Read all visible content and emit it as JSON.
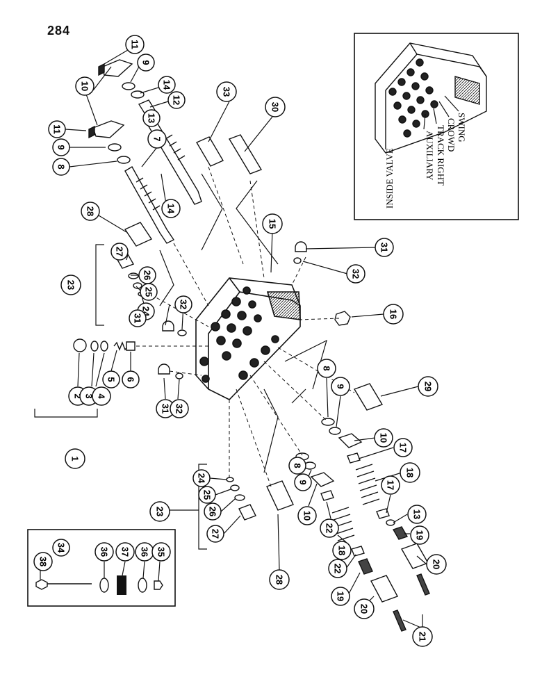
{
  "page_number": "284",
  "inset": {
    "title": "INSIDE VALVE",
    "labels": [
      "SWING",
      "CROWD",
      "TRACK RIGHT",
      "AUXILIARY"
    ]
  },
  "callouts": [
    {
      "id": "c11a",
      "text": "11"
    },
    {
      "id": "c9a",
      "text": "9"
    },
    {
      "id": "c14a",
      "text": "14"
    },
    {
      "id": "c12",
      "text": "12"
    },
    {
      "id": "c10a",
      "text": "10"
    },
    {
      "id": "c13a",
      "text": "13"
    },
    {
      "id": "c11b",
      "text": "11"
    },
    {
      "id": "c9b",
      "text": "9"
    },
    {
      "id": "c8a",
      "text": "8"
    },
    {
      "id": "c7",
      "text": "7"
    },
    {
      "id": "c14b",
      "text": "14"
    },
    {
      "id": "c33",
      "text": "33"
    },
    {
      "id": "c30",
      "text": "30"
    },
    {
      "id": "c28a",
      "text": "28"
    },
    {
      "id": "c15",
      "text": "15"
    },
    {
      "id": "c31a",
      "text": "31"
    },
    {
      "id": "c32a",
      "text": "32"
    },
    {
      "id": "c27a",
      "text": "27"
    },
    {
      "id": "c26a",
      "text": "26"
    },
    {
      "id": "c25a",
      "text": "25"
    },
    {
      "id": "c24a",
      "text": "24"
    },
    {
      "id": "c23a",
      "text": "23"
    },
    {
      "id": "c31b",
      "text": "31"
    },
    {
      "id": "c32b",
      "text": "32"
    },
    {
      "id": "c16",
      "text": "16"
    },
    {
      "id": "c2",
      "text": "2"
    },
    {
      "id": "c3",
      "text": "3"
    },
    {
      "id": "c4",
      "text": "4"
    },
    {
      "id": "c5",
      "text": "5"
    },
    {
      "id": "c6",
      "text": "6"
    },
    {
      "id": "c31c",
      "text": "31"
    },
    {
      "id": "c32c",
      "text": "32"
    },
    {
      "id": "c1",
      "text": "1"
    },
    {
      "id": "c8b",
      "text": "8"
    },
    {
      "id": "c9c",
      "text": "9"
    },
    {
      "id": "c29",
      "text": "29"
    },
    {
      "id": "c10b",
      "text": "10"
    },
    {
      "id": "c17a",
      "text": "17"
    },
    {
      "id": "c18a",
      "text": "18"
    },
    {
      "id": "c17b",
      "text": "17"
    },
    {
      "id": "c13b",
      "text": "13"
    },
    {
      "id": "c19a",
      "text": "19"
    },
    {
      "id": "c20a",
      "text": "20"
    },
    {
      "id": "c8c",
      "text": "8"
    },
    {
      "id": "c9d",
      "text": "9"
    },
    {
      "id": "c10c",
      "text": "10"
    },
    {
      "id": "c24b",
      "text": "24"
    },
    {
      "id": "c25b",
      "text": "25"
    },
    {
      "id": "c26b",
      "text": "26"
    },
    {
      "id": "c27b",
      "text": "27"
    },
    {
      "id": "c23b",
      "text": "23"
    },
    {
      "id": "c22a",
      "text": "22"
    },
    {
      "id": "c18b",
      "text": "18"
    },
    {
      "id": "c22b",
      "text": "22"
    },
    {
      "id": "c19b",
      "text": "19"
    },
    {
      "id": "c28b",
      "text": "28"
    },
    {
      "id": "c20b",
      "text": "20"
    },
    {
      "id": "c21",
      "text": "21"
    },
    {
      "id": "c34",
      "text": "34"
    },
    {
      "id": "c38",
      "text": "38"
    },
    {
      "id": "c36a",
      "text": "36"
    },
    {
      "id": "c37",
      "text": "37"
    },
    {
      "id": "c36b",
      "text": "36"
    },
    {
      "id": "c35",
      "text": "35"
    }
  ]
}
